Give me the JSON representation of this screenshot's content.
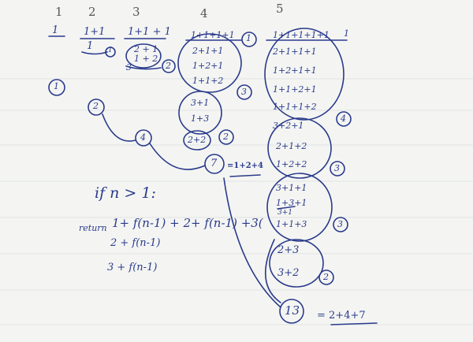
{
  "column_headers": [
    "1",
    "2",
    "3",
    "4",
    "5"
  ],
  "col1": {
    "top": "1",
    "circled": "1"
  },
  "col2": {
    "top": "1+1",
    "bottom": "1",
    "circled_small": "1",
    "circled": "2"
  },
  "col3": {
    "top": "1+1 + 1",
    "group": [
      "2 + 1",
      "1 + 2"
    ],
    "bottom": "3",
    "circled": "2"
  },
  "col4": {
    "top": "1+1+1+1",
    "group_a": [
      "2+1+1",
      "1+2+1",
      "1+1+2"
    ],
    "group_b": [
      "3+1",
      "1+3"
    ],
    "group_c": [
      "2+2"
    ],
    "circled": [
      "1",
      "3",
      "2"
    ],
    "node_value": "4",
    "sum_value": "7",
    "sum_expr": "=1+2+4"
  },
  "col5": {
    "top": "1+1+1+1+1",
    "top_suffix": "1",
    "group_a": [
      "2+1+1+1",
      "1+2+1+1",
      "1+1+2+1",
      "1+1+1+2"
    ],
    "group_b": [
      "3+2+1",
      "2+1+2",
      "1+2+2"
    ],
    "group_c": [
      "3+1+1",
      "1+3+1",
      "3+1",
      "1+1+3"
    ],
    "group_d": [
      "2+3",
      "3+2"
    ],
    "circled": [
      "4",
      "3",
      "3",
      "2"
    ],
    "total": "13",
    "total_expr": "= 2+4+7"
  },
  "code": {
    "condition": "if n > 1:",
    "return_keyword": "return",
    "line1": "1+ f(n-1)  + 2+ f(n-1) +3(",
    "line2": "2 + f(n-1)",
    "line3": "3 + f(n-1)"
  }
}
